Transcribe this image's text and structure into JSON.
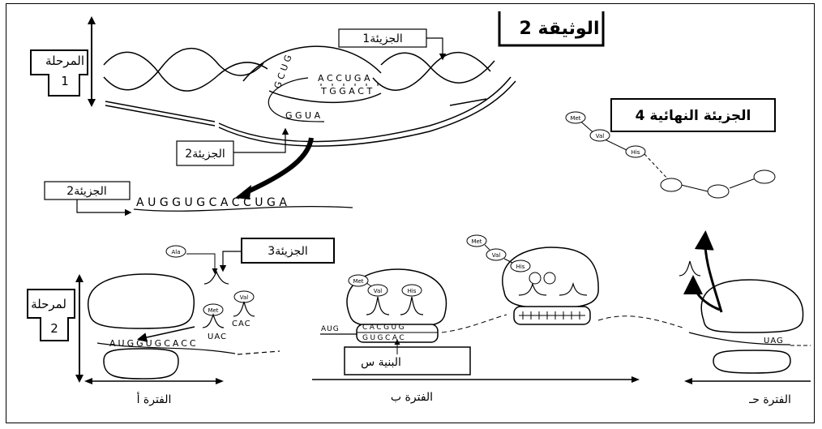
{
  "document_title": "الوثيقة 2",
  "labels": {
    "molecule1": "الجزيئة1",
    "molecule2_top": "الجزيئة2",
    "molecule2_left": "الجزيئة2",
    "molecule3": "الجزيئة3",
    "final_molecule": "الجزيئة النهائية 4",
    "stage1": "المرحلة",
    "stage1_num": "1",
    "stage2": "لمرحلة",
    "stage2_num": "2",
    "structure_s": "البنية س",
    "period_a": "الفترة أ",
    "period_b": "الفترة ب",
    "period_c": "الفترة حـ"
  },
  "amino_acids": {
    "met": "Met",
    "val": "Val",
    "his": "His",
    "ala": "Ala"
  },
  "sequences": {
    "dna_top": "A C C U G A",
    "dna_bottom": "T G G A C T",
    "rna_side": "G C U G",
    "rna_bottom": "G G U A",
    "mrna": "AUGGUGCACCUGA",
    "mrna_period_a": "AUGGUGCACC",
    "anticodon_a1": "UAC",
    "anticodon_a2": "CAC",
    "period_b_top": "CACGUG",
    "period_b_bottom": "GUGCAC",
    "period_b_left": "AUG",
    "stop_codon": "UAG"
  }
}
